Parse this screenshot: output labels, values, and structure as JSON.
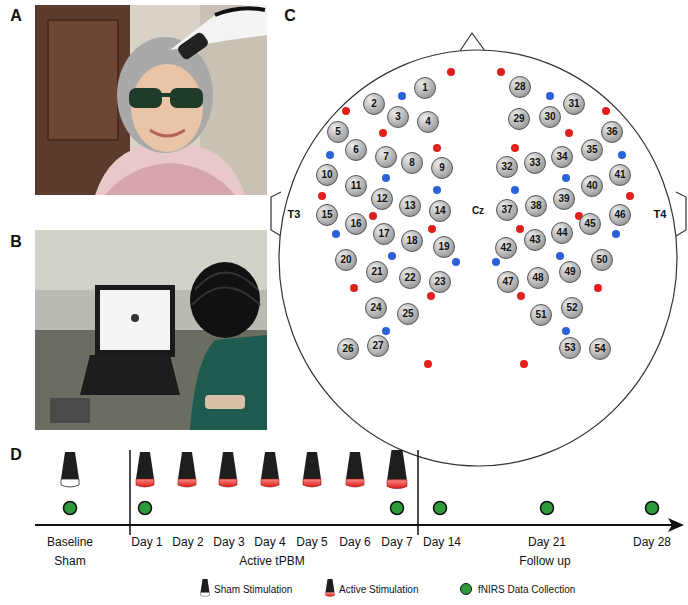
{
  "diagram": {
    "nodes": [
      {
        "text": [
          "1"
        ]
      },
      {
        "text": [
          "2"
        ]
      },
      {
        "text": [
          "3"
        ]
      },
      {
        "text": [
          "4"
        ]
      },
      {
        "text": [
          "5"
        ]
      },
      {
        "text": [
          "6"
        ]
      },
      {
        "text": [
          "7"
        ]
      },
      {
        "text": [
          "8"
        ]
      },
      {
        "text": [
          "9"
        ]
      },
      {
        "text": [
          "10"
        ]
      },
      {
        "text": [
          "11"
        ]
      },
      {
        "text": [
          "12"
        ]
      },
      {
        "text": [
          "13"
        ]
      },
      {
        "text": [
          "14"
        ]
      },
      {
        "text": [
          "15"
        ]
      },
      {
        "text": [
          "16"
        ]
      },
      {
        "text": [
          "17"
        ]
      },
      {
        "text": [
          "18"
        ]
      },
      {
        "text": [
          "19"
        ]
      },
      {
        "text": [
          "20"
        ]
      },
      {
        "text": [
          "21"
        ]
      },
      {
        "text": [
          "22"
        ]
      },
      {
        "text": [
          "23"
        ]
      },
      {
        "text": [
          "24"
        ]
      },
      {
        "text": [
          "25"
        ]
      },
      {
        "text": [
          "26"
        ]
      },
      {
        "text": [
          "27"
        ]
      },
      {
        "text": [
          "28"
        ]
      },
      {
        "text": [
          "29"
        ]
      },
      {
        "text": [
          "30"
        ]
      },
      {
        "text": [
          "31"
        ]
      },
      {
        "text": [
          "32"
        ]
      },
      {
        "text": [
          "33"
        ]
      },
      {
        "text": [
          "34"
        ]
      },
      {
        "text": [
          "35"
        ]
      },
      {
        "text": [
          "36"
        ]
      },
      {
        "text": [
          "37"
        ]
      },
      {
        "text": [
          "38"
        ]
      },
      {
        "text": [
          "39"
        ]
      },
      {
        "text": [
          "40"
        ]
      },
      {
        "text": [
          "41"
        ]
      },
      {
        "text": [
          "42"
        ]
      },
      {
        "text": [
          "43"
        ]
      },
      {
        "text": [
          "44"
        ]
      },
      {
        "text": [
          "45"
        ]
      },
      {
        "text": [
          "46"
        ]
      },
      {
        "text": [
          "47"
        ]
      },
      {
        "text": [
          "48"
        ]
      },
      {
        "text": [
          "49"
        ]
      },
      {
        "text": [
          "50"
        ]
      },
      {
        "text": [
          "51"
        ]
      },
      {
        "text": [
          "52"
        ]
      },
      {
        "text": [
          "53"
        ]
      },
      {
        "text": [
          "54"
        ]
      }
    ],
    "labels": [
      "A",
      "B",
      "C",
      "T3",
      "Cz",
      "T4",
      "D",
      "Baseline",
      "Day 1",
      "Day 2",
      "Day 3",
      "Day 4",
      "Day 5",
      "Day 6",
      "Day 7",
      "Day 14",
      "Day 21",
      "Day 28",
      "Sham",
      "Active tPBM",
      "Follow up"
    ],
    "legend": [
      {
        "text": "Sham Stimulation"
      },
      {
        "text": "Active Stimulation"
      },
      {
        "text": "fNIRS Data Collection",
        "color": "#2e9b3a"
      }
    ]
  }
}
